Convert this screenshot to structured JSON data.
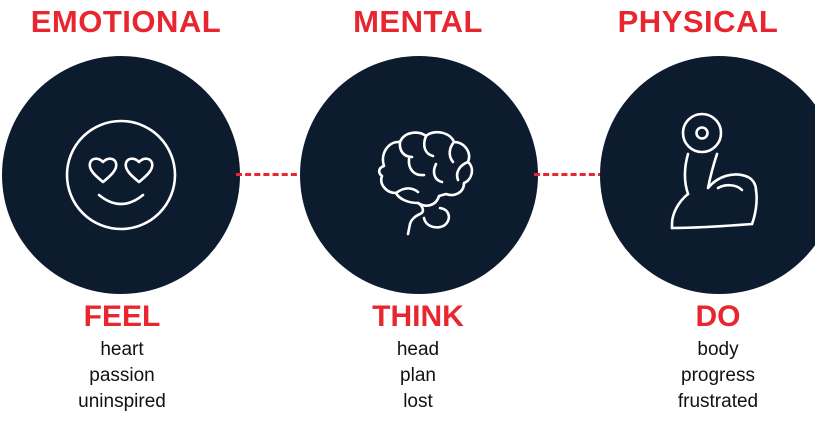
{
  "columns": [
    {
      "title": "EMOTIONAL",
      "icon": "heart-eyes-face-icon",
      "verb": "FEEL",
      "words": [
        "heart",
        "passion",
        "uninspired"
      ]
    },
    {
      "title": "MENTAL",
      "icon": "brain-icon",
      "verb": "THINK",
      "words": [
        "head",
        "plan",
        "lost"
      ]
    },
    {
      "title": "PHYSICAL",
      "icon": "flexed-arm-icon",
      "verb": "DO",
      "words": [
        "body",
        "progress",
        "frustrated"
      ]
    }
  ],
  "colors": {
    "accent": "#e8262f",
    "circle": "#0d1b2e",
    "icon_stroke": "#ffffff",
    "text": "#111111"
  }
}
